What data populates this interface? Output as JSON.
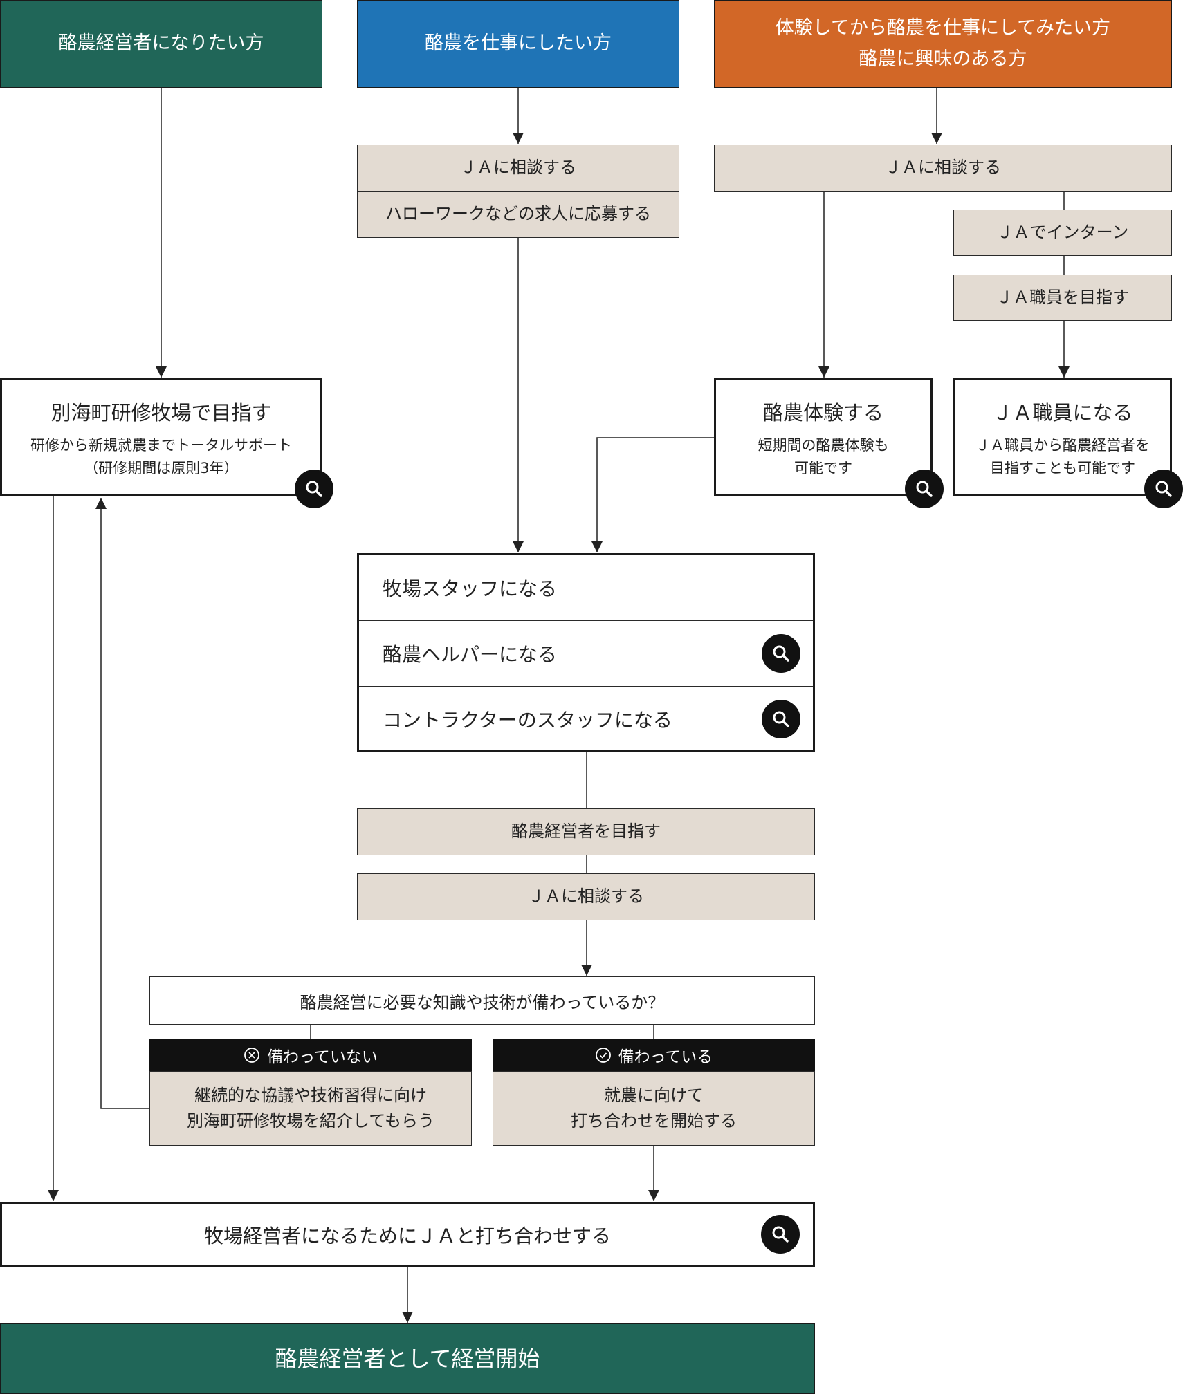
{
  "colors": {
    "green": "#206658",
    "blue": "#1f74b6",
    "orange": "#d26727",
    "beige": "#e3dbd2"
  },
  "headers": {
    "manager": "酪農経営者になりたい方",
    "job": "酪農を仕事にしたい方",
    "experience_line1": "体験してから酪農を仕事にしてみたい方",
    "experience_line2": "酪農に興味のある方"
  },
  "job_steps": {
    "consult": "ＪＡに相談する",
    "hellowork": "ハローワークなどの求人に応募する"
  },
  "exp_steps": {
    "consult": "ＪＡに相談する",
    "intern": "ＪＡでインターン",
    "aim_staff": "ＪＡ職員を目指す"
  },
  "destinations": {
    "training": {
      "title": "別海町研修牧場で目指す",
      "desc1": "研修から新規就農までトータルサポート",
      "desc2": "（研修期間は原則3年）"
    },
    "experience": {
      "title": "酪農体験する",
      "desc1": "短期間の酪農体験も",
      "desc2": "可能です"
    },
    "ja_staff": {
      "title": "ＪＡ職員になる",
      "desc1": "ＪＡ職員から酪農経営者を",
      "desc2": "目指すことも可能です"
    }
  },
  "staff_options": [
    "牧場スタッフになる",
    "酪農ヘルパーになる",
    "コントラクターのスタッフになる"
  ],
  "mid_steps": {
    "aim_manager": "酪農経営者を目指す",
    "consult": "ＪＡに相談する"
  },
  "question": "酪農経営に必要な知識や技術が備わっているか？",
  "no_branch": {
    "label": "備わっていない",
    "line1": "継続的な協議や技術習得に向け",
    "line2": "別海町研修牧場を紹介してもらう"
  },
  "yes_branch": {
    "label": "備わっている",
    "line1": "就農に向けて",
    "line2": "打ち合わせを開始する"
  },
  "meeting": "牧場経営者になるためにＪＡと打ち合わせする",
  "final": "酪農経営者として経営開始",
  "icons": [
    "search-icon",
    "x-circle-icon",
    "check-circle-icon"
  ]
}
